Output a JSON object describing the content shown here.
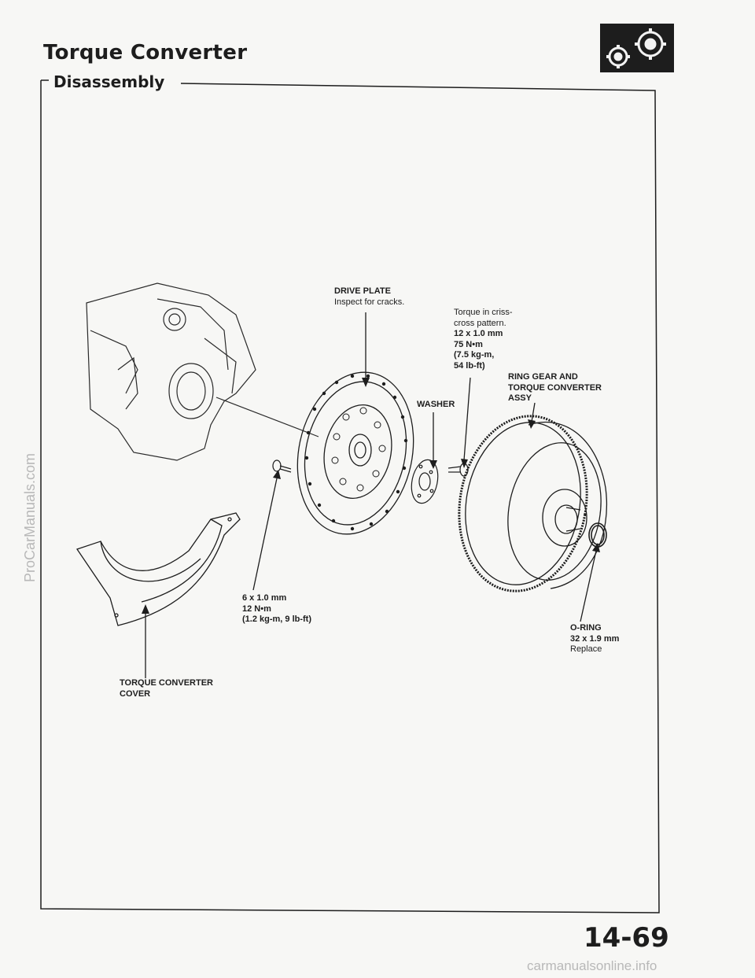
{
  "header": {
    "title": "Torque Converter",
    "section": "Disassembly",
    "badge_icon": "gears-icon"
  },
  "labels": {
    "drive_plate": {
      "title": "DRIVE PLATE",
      "note": "Inspect for cracks."
    },
    "torque_pattern": {
      "line1": "Torque in criss-",
      "line2": "cross pattern.",
      "line3": "12 x 1.0 mm",
      "line4": "75 N•m",
      "line5": "(7.5 kg-m,",
      "line6": "54 lb-ft)"
    },
    "ring_gear": {
      "line1": "RING GEAR AND",
      "line2": "TORQUE CONVERTER",
      "line3": "ASSY"
    },
    "washer": "WASHER",
    "bolt_small": {
      "line1": "6 x 1.0 mm",
      "line2": "12 N•m",
      "line3": "(1.2 kg-m, 9 lb-ft)"
    },
    "o_ring": {
      "line1": "O-RING",
      "line2": "32 x 1.9 mm",
      "line3": "Replace"
    },
    "cover": {
      "line1": "TORQUE CONVERTER",
      "line2": "COVER"
    }
  },
  "footer": {
    "page_number": "14-69"
  },
  "watermarks": {
    "left": "ProCarManuals.com",
    "bottom": "carmanualsonline.info"
  },
  "colors": {
    "ink": "#1d1d1d",
    "paper": "#f7f7f5",
    "watermark": "#b8b8b8"
  }
}
